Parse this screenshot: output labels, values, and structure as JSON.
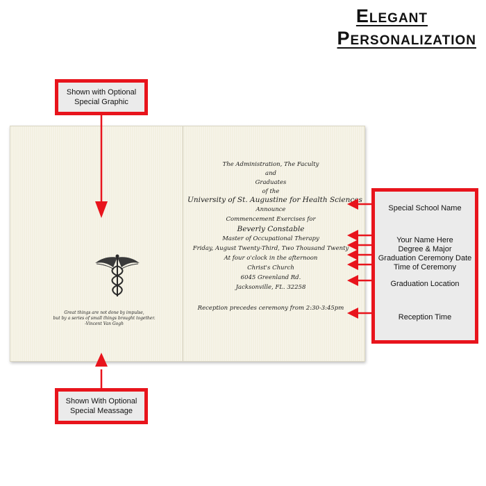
{
  "header": {
    "line1": "Elegant",
    "line2": "Personalization"
  },
  "callouts": {
    "top": {
      "line1": "Shown with Optional",
      "line2": "Special Graphic"
    },
    "bottom": {
      "line1": "Shown With Optional",
      "line2": "Special Meassage"
    },
    "right": {
      "school": "Special School Name",
      "name": "Your Name Here",
      "degree": "Degree & Major",
      "date": "Graduation Ceremony Date",
      "time": "Time of Ceremony",
      "location": "Graduation Location",
      "reception": "Reception Time"
    }
  },
  "invitation": {
    "lines": [
      "The Administration, The Faculty",
      "and",
      "Graduates",
      "of the",
      "University of St. Augustine for Health Sciences",
      "Announce",
      "Commencement Exercises for",
      "Beverly Constable",
      "Master of Occupational Therapy",
      "Friday, August Twenty-Third, Two Thousand Twenty",
      "At four o'clock in the afternoon",
      "Christ's Church",
      "6045 Greenland Rd.",
      "Jacksonville, FL. 32258",
      "Reception precedes ceremony from 2:30-3:45pm"
    ]
  },
  "quote": {
    "line1": "Great things are not done by impulse,",
    "line2": "but by a series of small things brought together.",
    "line3": "-Vincent Van Gogh"
  },
  "colors": {
    "accent": "#e8141c",
    "card": "#f3f0e1",
    "box": "#ebebeb"
  }
}
